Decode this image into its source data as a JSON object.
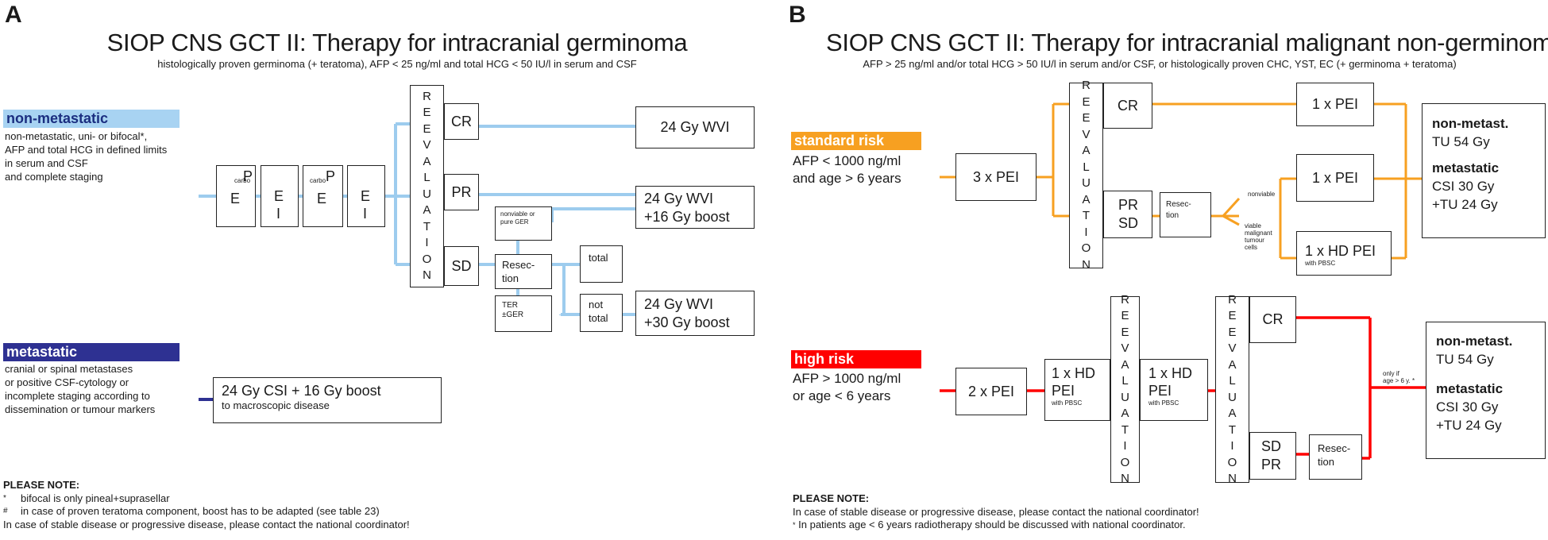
{
  "colors": {
    "blue_line": "#9dccee",
    "nonmet_bar": "#a8d3f2",
    "met_bar": "#2e3192",
    "met_line": "#2e3192",
    "orange": "#f7a021",
    "red": "#ff0000"
  },
  "panel_a": {
    "letter": "A",
    "title": "SIOP CNS GCT II: Therapy for intracranial germinoma",
    "subtitle": "histologically proven germinoma (+ teratoma), AFP < 25 ng/ml and total HCG < 50 IU/l in serum and CSF",
    "nonmetastatic": {
      "label": "non-metastatic",
      "desc": [
        "non-metastatic, uni- or bifocal*,",
        "AFP and total HCG in defined limits",
        "in serum and CSF",
        "and complete staging"
      ]
    },
    "metastatic": {
      "label": "metastatic",
      "desc": [
        "cranial or spinal metastases",
        "or positive CSF-cytology or",
        "incomplete staging according to",
        "dissemination or tumour markers"
      ]
    },
    "chemo": [
      {
        "small": "carbo",
        "top": "P",
        "bottom": "E"
      },
      {
        "small": "",
        "top": "E",
        "bottom": "I"
      },
      {
        "small": "carbo",
        "top": "P",
        "bottom": "E"
      },
      {
        "small": "",
        "top": "E",
        "bottom": "I"
      }
    ],
    "reevaluation": [
      "R",
      "E",
      "E",
      "V",
      "A",
      "L",
      "U",
      "A",
      "T",
      "I",
      "O",
      "N"
    ],
    "responses": {
      "cr": "CR",
      "pr": "PR",
      "sd": "SD"
    },
    "nonviable": [
      "nonviable or",
      "pure GER"
    ],
    "resection": [
      "Resec-",
      "tion"
    ],
    "ter": [
      "TER",
      "±GER"
    ],
    "total": "total",
    "not_total": [
      "not",
      "total"
    ],
    "outcome_cr": "24 Gy WVI",
    "outcome_pr": [
      "24 Gy WVI",
      "+16 Gy boost"
    ],
    "outcome_sd": [
      "24 Gy WVI",
      "+30 Gy boost"
    ],
    "metastatic_therapy": {
      "line1": "24 Gy CSI + 16 Gy boost",
      "line2": "to macroscopic disease"
    },
    "notes": {
      "heading": "PLEASE NOTE:",
      "n1_mark": "*",
      "n1": "bifocal is only pineal+suprasellar",
      "n2_mark": "#",
      "n2": "in case of proven teratoma component, boost has to be adapted (see table 23)",
      "n3": "In case of stable disease or progressive disease, please contact the national coordinator!"
    }
  },
  "panel_b": {
    "letter": "B",
    "title": "SIOP CNS GCT II: Therapy for intracranial malignant non-germinoma",
    "subtitle": "AFP > 25 ng/ml and/or total HCG > 50 IU/l in serum and/or CSF, or histologically proven CHC, YST, EC (+ germinoma + teratoma)",
    "standard_risk": {
      "label": "standard risk",
      "line1": "AFP < 1000 ng/ml",
      "line2": "and age > 6 years"
    },
    "high_risk": {
      "label": "high risk",
      "line1": "AFP > 1000 ng/ml",
      "line2": "or age < 6 years"
    },
    "sr_chemo": "3 x PEI",
    "hr_chemo": "2 x PEI",
    "reevaluation": [
      "R",
      "E",
      "E",
      "V",
      "A",
      "L",
      "U",
      "A",
      "T",
      "I",
      "O",
      "N"
    ],
    "cr": "CR",
    "pr_sd": [
      "PR",
      "SD"
    ],
    "sd_pr": [
      "SD",
      "PR"
    ],
    "resection": [
      "Resec-",
      "tion"
    ],
    "nonviable": "nonviable",
    "viable": [
      "viable",
      "malignant",
      "tumour",
      "cells"
    ],
    "one_pei": "1 x PEI",
    "hd_pei": "1 x HD PEI",
    "with_pbsc": "with PBSC",
    "hd_pei_a": [
      "1 x HD",
      "PEI"
    ],
    "hd_pei_b": [
      "1 x HD",
      "PEI"
    ],
    "only_if": [
      "only if",
      "age > 6 y. *"
    ],
    "outcome": {
      "nonmet": "non-metast.",
      "nonmet_dose": "TU 54 Gy",
      "met": "metastatic",
      "met_csi": "CSI   30 Gy",
      "met_tu": "+TU  24 Gy"
    },
    "notes": {
      "heading": "PLEASE NOTE:",
      "n1": "In case of stable disease or progressive disease, please contact the national coordinator!",
      "n2_mark": "*",
      "n2": "In patients age < 6 years radiotherapy should be discussed with national coordinator."
    }
  }
}
